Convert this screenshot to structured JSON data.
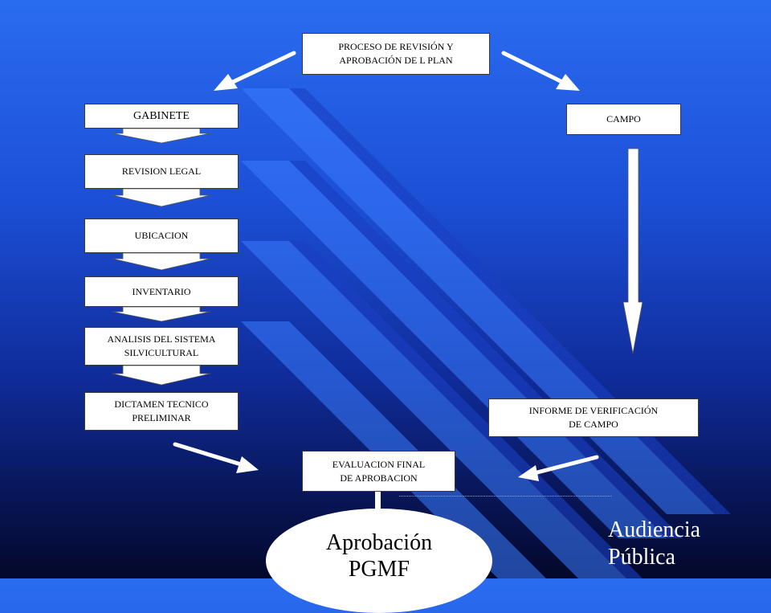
{
  "diagram": {
    "top_box": "PROCESO DE  REVISIÓN Y\nAPROBACIÓN  DE L PLAN",
    "gabinete": "GABINETE",
    "campo": "CAMPO",
    "steps": [
      "REVISION LEGAL",
      "UBICACION",
      "INVENTARIO",
      "ANALISIS DEL SISTEMA\nSILVICULTURAL",
      "DICTAMEN TECNICO\nPRELIMINAR"
    ],
    "informe": "INFORME DE  VERIFICACIÓN\nDE CAMPO",
    "evaluacion": "EVALUACION FINAL\nDE APROBACION",
    "aprobacion": "Aprobación\nPGMF",
    "audiencia": "Audiencia\nPública"
  },
  "colors": {
    "background_top": "#2a6cf0",
    "background_bottom": "#03072a",
    "box_fill": "#ffffff",
    "arrow": "#ffffff"
  }
}
